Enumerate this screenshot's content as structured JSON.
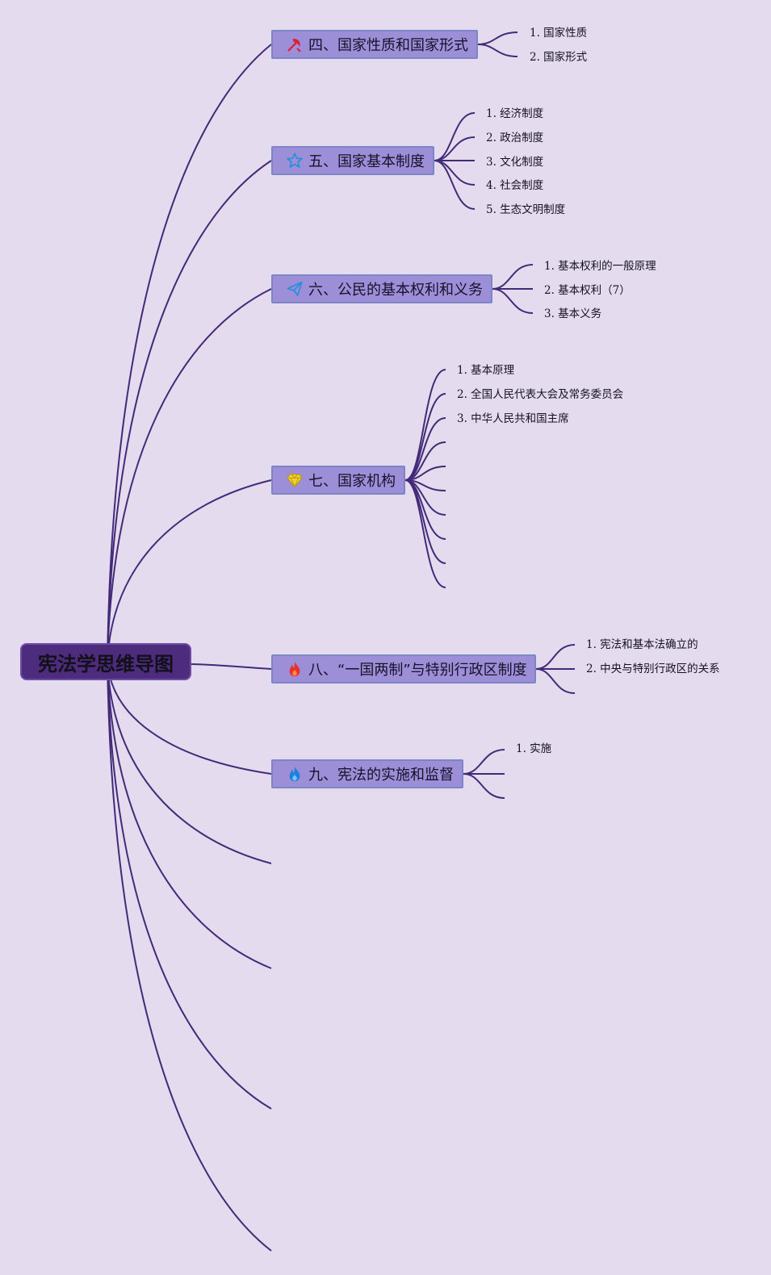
{
  "root": {
    "label": "宪法学思维导图"
  },
  "topics": [
    {
      "label": "四、国家性质和国家形式",
      "icon": "hammer-sickle-icon",
      "icon_color": "#d9233a",
      "children": [
        "1. 国家性质",
        "2. 国家形式"
      ]
    },
    {
      "label": "五、国家基本制度",
      "icon": "star-icon",
      "icon_color": "#2d8fd9",
      "children": [
        "1. 经济制度",
        "2. 政治制度",
        "3. 文化制度",
        "4. 社会制度",
        "5. 生态文明制度"
      ]
    },
    {
      "label": "六、公民的基本权利和义务",
      "icon": "paper-plane-icon",
      "icon_color": "#2d8fd9",
      "children": [
        "1. 基本权利的一般原理",
        "2. 基本权利（7）",
        "3. 基本义务"
      ]
    },
    {
      "label": "七、国家机构",
      "icon": "diamond-icon",
      "icon_color": "#f1d230",
      "children": [
        "1. 基本原理",
        "2. 全国人民代表大会及常务委员会",
        "3. 中华人民共和国主席",
        "",
        "",
        "",
        "",
        "",
        "",
        ""
      ]
    },
    {
      "label": "八、“一国两制”与特别行政区制度",
      "icon": "fire-icon",
      "icon_color": "#e8322a",
      "children": [
        "1. 宪法和基本法确立的",
        "2. 中央与特别行政区的关系",
        ""
      ]
    },
    {
      "label": "九、宪法的实施和监督",
      "icon": "flame-icon",
      "icon_color": "#1d7fe0",
      "children": [
        "1. 实施",
        "",
        ""
      ]
    },
    {
      "label": "",
      "icon": "",
      "children": []
    },
    {
      "label": "",
      "icon": "",
      "children": []
    },
    {
      "label": "",
      "icon": "",
      "children": []
    },
    {
      "label": "",
      "icon": "",
      "children": []
    }
  ]
}
